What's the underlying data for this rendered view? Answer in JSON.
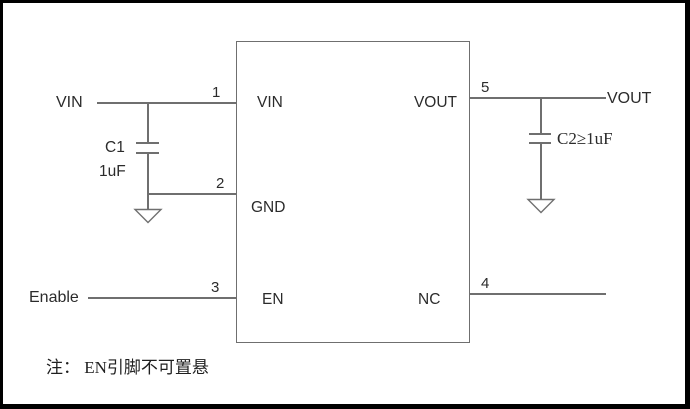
{
  "schematic": {
    "title_hidden": "",
    "input_net": "VIN",
    "output_net": "VOUT",
    "enable_net": "Enable",
    "ic": {
      "pins": {
        "p1": {
          "num": "1",
          "label": "VIN"
        },
        "p2": {
          "num": "2",
          "label": "GND"
        },
        "p3": {
          "num": "3",
          "label": "EN"
        },
        "p4": {
          "num": "4",
          "label": "NC"
        },
        "p5": {
          "num": "5",
          "label": "VOUT"
        }
      }
    },
    "capacitors": {
      "c1_ref": "C1",
      "c1_value": "1uF",
      "c2_label": "C2≥1uF"
    },
    "note": "注： EN引脚不可置悬",
    "colors": {
      "wire": "#6f6f6f",
      "text": "#2b2b2b",
      "frame": "#000000",
      "background": "#ffffff"
    }
  }
}
